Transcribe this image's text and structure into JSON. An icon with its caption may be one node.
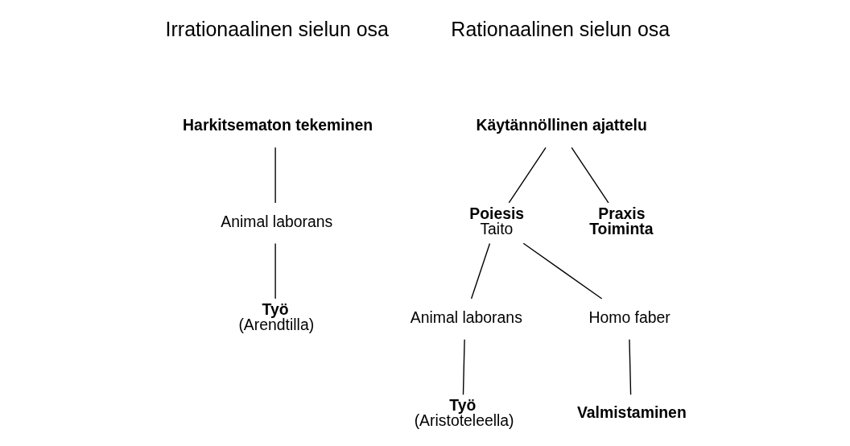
{
  "diagram": {
    "nodes": [
      {
        "text": [
          "Harkitsematon tekeminen"
        ]
      },
      {
        "text": [
          "Animal laborans"
        ]
      },
      {
        "text": [
          "Työ"
        ],
        "beside": [
          "(Arendtilla)"
        ]
      },
      {
        "text": [
          "Käytännöllinen ajattelu"
        ]
      },
      {
        "text": [
          "Poiesis",
          "Taito"
        ]
      },
      {
        "text": [
          "Praxis",
          "Toiminta"
        ]
      },
      {
        "text": [
          "Animal laborans"
        ]
      },
      {
        "text": [
          "Homo faber"
        ]
      },
      {
        "text": [
          "Työ"
        ],
        "beside": [
          "(Aristoteleella)"
        ]
      },
      {
        "text": [
          "Valmistaminen"
        ]
      }
    ],
    "edges": [
      {
        "from": 0,
        "to": 1,
        "arrow": "none"
      },
      {
        "from": 1,
        "to": 2,
        "arrow": "none"
      },
      {
        "from": 3,
        "to": 4,
        "arrow": "none"
      },
      {
        "from": 3,
        "to": 5,
        "arrow": "none"
      },
      {
        "from": 4,
        "to": 6,
        "arrow": "none"
      },
      {
        "from": 4,
        "to": 7,
        "arrow": "none"
      },
      {
        "from": 6,
        "to": 8,
        "arrow": "none"
      },
      {
        "from": 7,
        "to": 9,
        "arrow": "none"
      }
    ],
    "labels": [
      "Irrationaalinen sielun osa",
      "Rationaalinen sielun osa"
    ]
  }
}
